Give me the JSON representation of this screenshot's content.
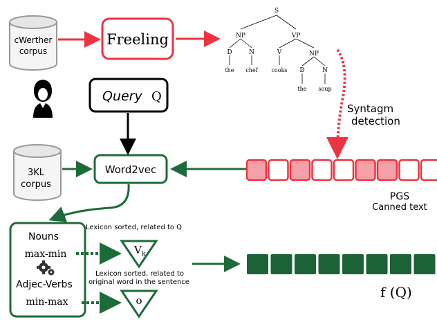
{
  "corpus_top": {
    "line1": "cWerther",
    "line2": "corpus"
  },
  "freeling": {
    "label": "Freeling"
  },
  "parse_tree": {
    "root": "S",
    "np": "NP",
    "vp": "VP",
    "d1": "D",
    "n1": "N",
    "v": "V",
    "np2": "NP",
    "d2": "D",
    "n2": "N",
    "w_the1": "the",
    "w_chef": "chef",
    "w_cooks": "cooks",
    "w_the2": "the",
    "w_soup": "soup"
  },
  "syntagm": {
    "line1": "Syntagm",
    "line2": "detection"
  },
  "query": {
    "label_italic": "Query",
    "label_var": "Q"
  },
  "word2vec": {
    "label": "Word2vec"
  },
  "corpus_bottom": {
    "line1": "3KL",
    "line2": "corpus"
  },
  "pgs": {
    "label": "PGS",
    "sublabel": "Canned text",
    "cells": [
      1,
      0,
      1,
      0,
      0,
      1,
      1,
      0,
      0
    ]
  },
  "lexicon_box": {
    "nouns": "Nouns",
    "max_min": "max-min",
    "adj_verbs": "Adjec-Verbs",
    "min_max": "min-max"
  },
  "lexicon_vk": "Lexicon sorted, related to Q",
  "lexicon_o_line1": "Lexicon sorted, related to",
  "lexicon_o_line2": "original word in the sentence",
  "triangles": {
    "vk_main": "V",
    "vk_sub": "k",
    "o": "o"
  },
  "output": {
    "label": "f (Q)",
    "cells": 8
  },
  "colors": {
    "red": "#ee3340",
    "pink": "#f4a0a8",
    "green": "#1e6b3a",
    "dark_green": "#1b6237",
    "gray": "#999999"
  },
  "icons": [
    "cylinder-icon",
    "person-icon",
    "gears-icon"
  ]
}
